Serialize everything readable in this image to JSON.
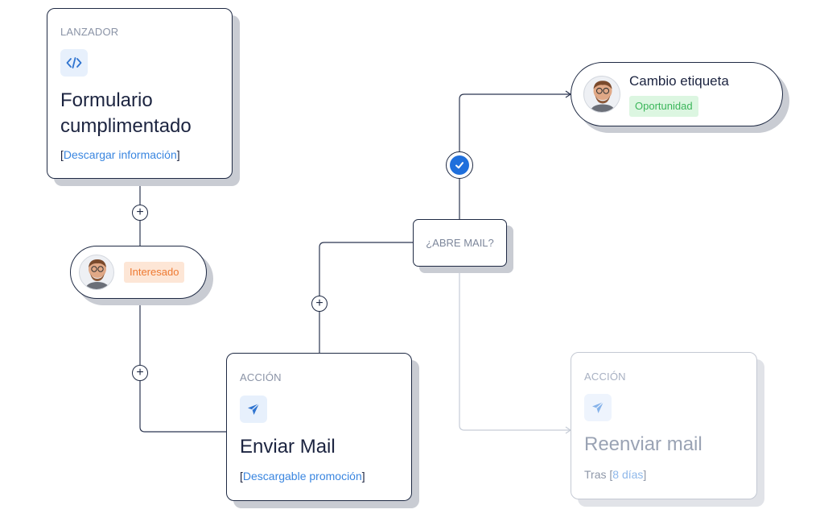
{
  "trigger": {
    "eyebrow": "LANZADOR",
    "icon": "code-icon",
    "title": "Formulario cumplimentado",
    "link": "Descargar información"
  },
  "tag_node": {
    "badge": "Interesado",
    "badge_color": "#ee7a32"
  },
  "action_send": {
    "eyebrow": "ACCIÓN",
    "icon": "paper-plane-icon",
    "title": "Enviar Mail",
    "link": "Descargable promoción"
  },
  "decision": {
    "label": "¿ABRE MAIL?"
  },
  "tag_change": {
    "title": "Cambio etiqueta",
    "badge": "Oportunidad",
    "badge_color": "#3bb65a"
  },
  "action_resend": {
    "eyebrow": "ACCIÓN",
    "icon": "paper-plane-icon",
    "title": "Reenviar mail",
    "delay_prefix": "Tras",
    "delay_value": "8 días"
  },
  "colors": {
    "stroke": "#1f2a44",
    "shadow": "#c9ccd3",
    "accent": "#3a86e0",
    "check": "#1f6fdc"
  }
}
